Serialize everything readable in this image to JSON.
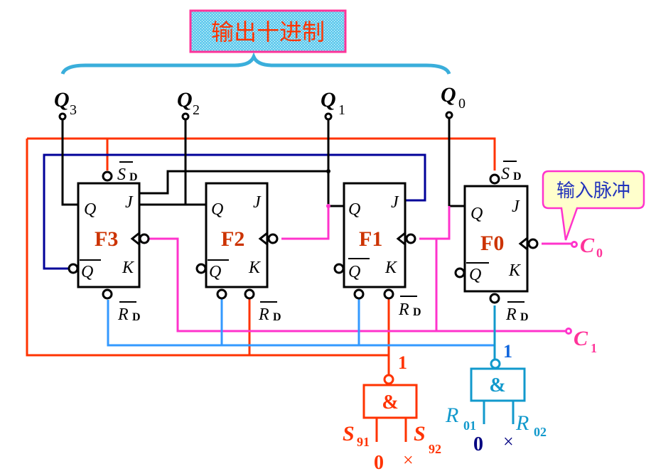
{
  "title_box": {
    "label": "输出十进制",
    "text_color": "#ff3300",
    "border_color": "#ff3399",
    "fill_color": "#66ccee"
  },
  "input_callout": {
    "label": "输入脉冲",
    "text_color": "#2233bb",
    "border_color": "#ff33cc",
    "fill_color": "#ffffcc"
  },
  "outputs": [
    {
      "label": "Q",
      "sub": "3"
    },
    {
      "label": "Q",
      "sub": "2"
    },
    {
      "label": "Q",
      "sub": "1"
    },
    {
      "label": "Q",
      "sub": "0"
    }
  ],
  "flipflops": [
    {
      "name": "F3",
      "q": "Q",
      "qbar": "Q",
      "j": "J",
      "k": "K"
    },
    {
      "name": "F2",
      "q": "Q",
      "qbar": "Q",
      "j": "J",
      "k": "K"
    },
    {
      "name": "F1",
      "q": "Q",
      "qbar": "Q",
      "j": "J",
      "k": "K"
    },
    {
      "name": "F0",
      "q": "Q",
      "qbar": "Q",
      "j": "J",
      "k": "K"
    }
  ],
  "set_label": {
    "main": "S",
    "sub": "D"
  },
  "reset_label": {
    "main": "R",
    "sub": "D"
  },
  "clock_inputs": [
    {
      "label": "C",
      "sub": "0"
    },
    {
      "label": "C",
      "sub": "1"
    }
  ],
  "gates": {
    "set9": {
      "symbol": "&",
      "out_value": "1",
      "in1": {
        "label": "S",
        "sub": "91",
        "value": "0"
      },
      "in2": {
        "label": "S",
        "sub": "92",
        "value": "×"
      }
    },
    "reset0": {
      "symbol": "&",
      "out_value": "1",
      "in1": {
        "label": "R",
        "sub": "01",
        "value": "0"
      },
      "in2": {
        "label": "R",
        "sub": "02",
        "value": "×"
      }
    }
  },
  "colors": {
    "wire_black": "#000000",
    "wire_red": "#ff3300",
    "wire_navy": "#000099",
    "wire_blue": "#3399ff",
    "wire_pink": "#ff33cc",
    "wire_cyan": "#1199cc",
    "ff_label": "#cc3300",
    "nand_red": "#ff3300",
    "nand_cyan": "#1199cc",
    "value_navy": "#000080"
  }
}
